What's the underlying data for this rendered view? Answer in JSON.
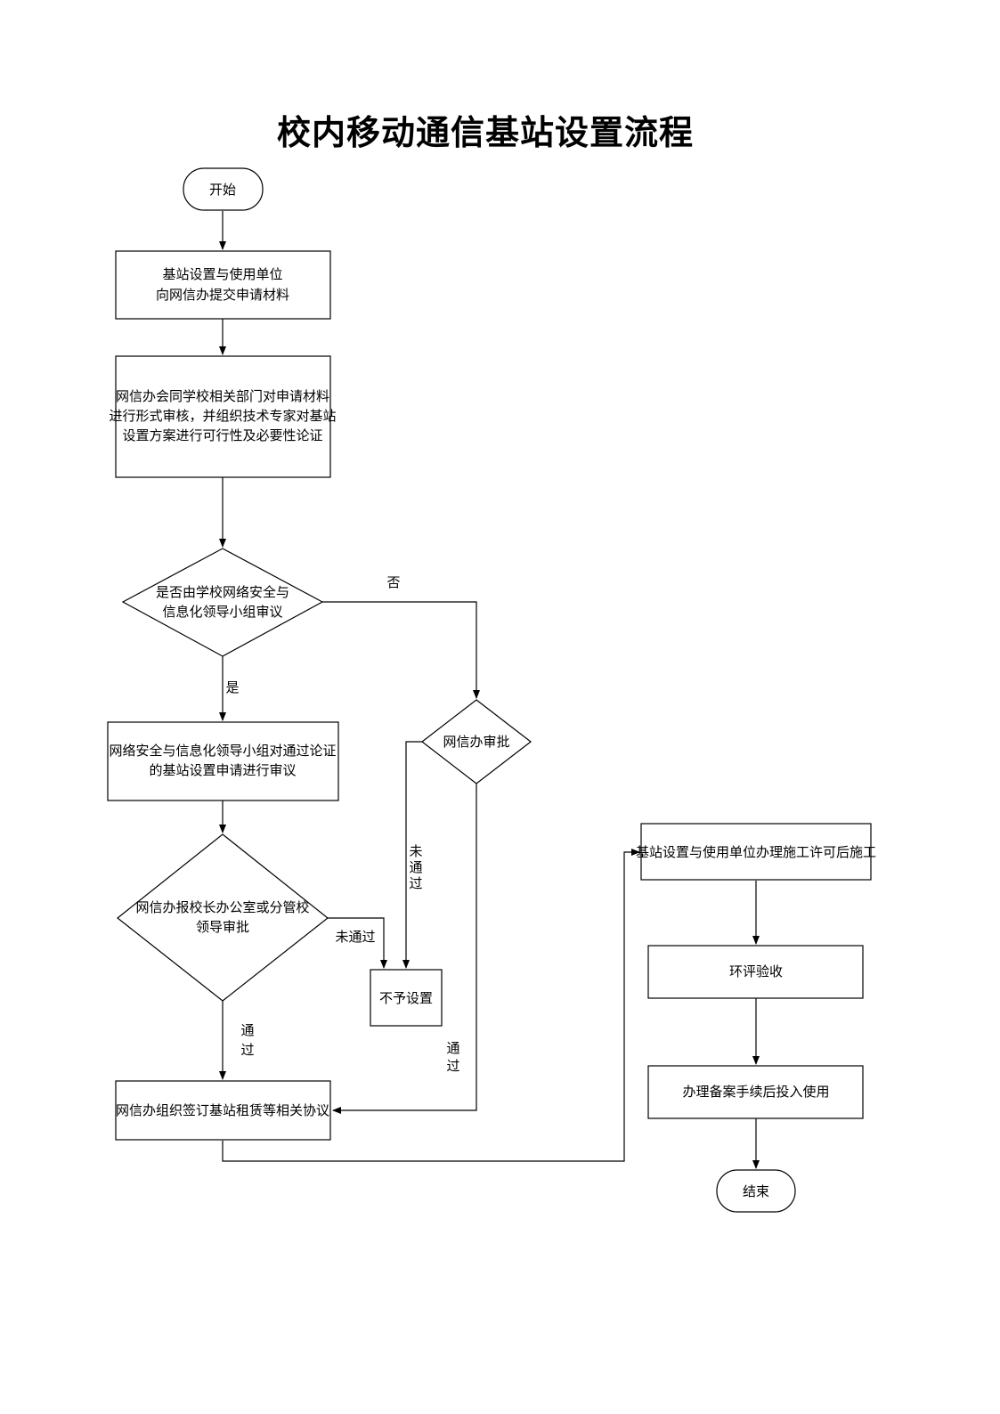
{
  "title": "校内移动通信基站设置流程",
  "nodes": {
    "start": "开始",
    "submit": [
      "基站设置与使用单位",
      "向网信办提交申请材料"
    ],
    "review": [
      "网信办会同学校相关部门对申请材料",
      "进行形式审核，并组织技术专家对基站",
      "设置方案进行可行性及必要性论证"
    ],
    "decision_committee": [
      "是否由学校网络安全与",
      "信息化领导小组审议"
    ],
    "committee_review": [
      "网络安全与信息化领导小组对通过论证",
      "的基站设置申请进行审议"
    ],
    "cac_approval": "网信办审批",
    "leader_approval": [
      "网信办报校长办公室或分管校",
      "领导审批"
    ],
    "reject": "不予设置",
    "sign_agreement": "网信办组织签订基站租赁等相关协议",
    "construction": "基站设置与使用单位办理施工许可后施工",
    "env_acceptance": "环评验收",
    "filing": "办理备案手续后投入使用",
    "end": "结束"
  },
  "edge_labels": {
    "no": "否",
    "yes": "是",
    "not_passed_vertical": [
      "未",
      "通",
      "过"
    ],
    "not_passed": "未通过",
    "passed_left": [
      "通",
      "过"
    ],
    "passed_right": [
      "通",
      "过"
    ]
  }
}
